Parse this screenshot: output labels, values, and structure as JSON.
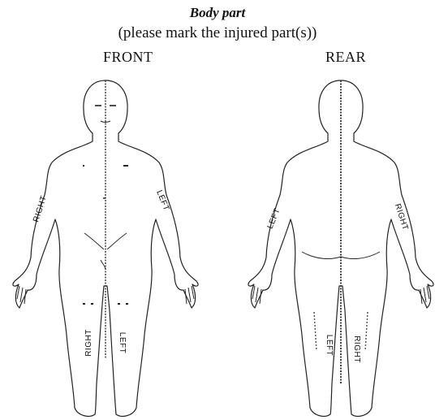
{
  "header": {
    "title": "Body part",
    "subtitle": "(please mark the injured part(s))"
  },
  "views": {
    "front": {
      "label": "FRONT",
      "arm_right": "RIGHT",
      "arm_left": "LEFT",
      "leg_right": "RIGHT",
      "leg_left": "LEFT"
    },
    "rear": {
      "label": "REAR",
      "arm_left": "LEFT",
      "arm_right": "RIGHT",
      "leg_left": "LEFT",
      "leg_right": "RIGHT"
    }
  }
}
